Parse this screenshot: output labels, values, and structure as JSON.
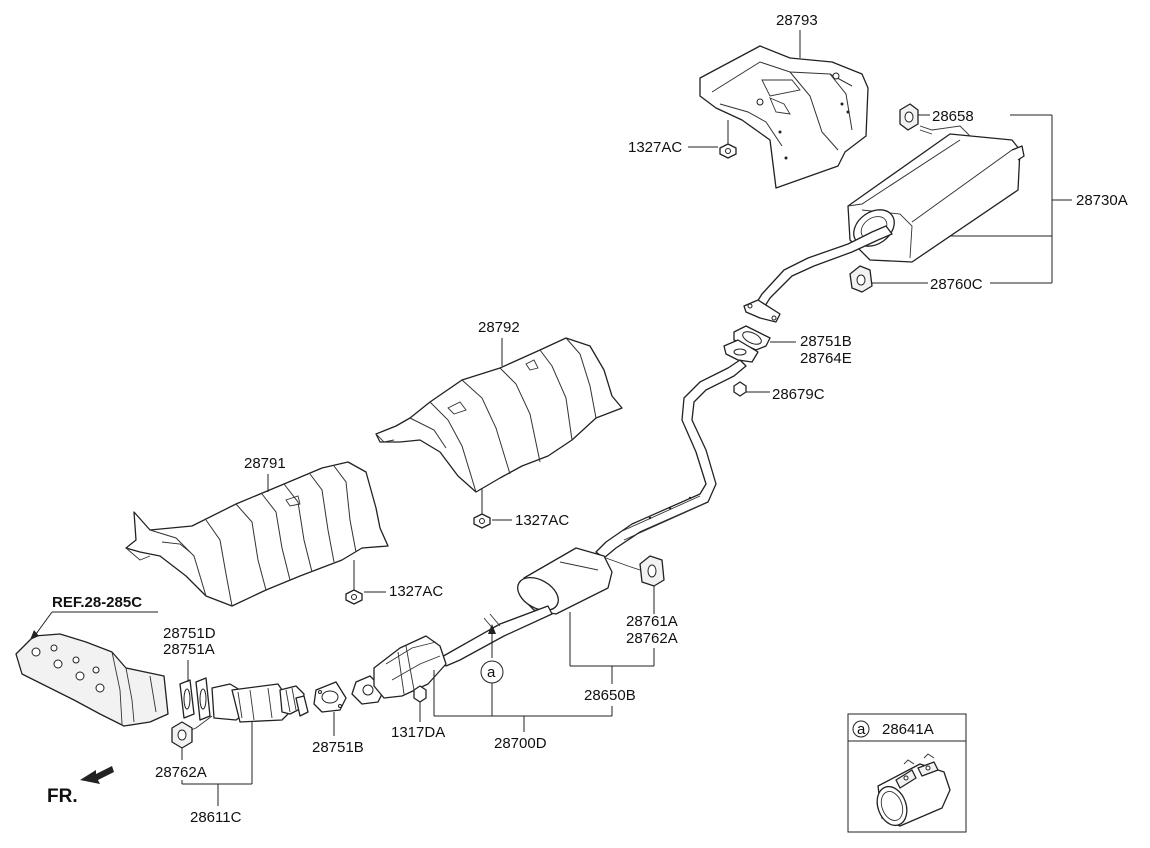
{
  "parts": {
    "p28793": "28793",
    "p1327ac_top": "1327AC",
    "p28658": "28658",
    "p28730a": "28730A",
    "p28760c": "28760C",
    "p28751b_right": "28751B",
    "p28764e": "28764E",
    "p28679c": "28679C",
    "p28792": "28792",
    "p1327ac_mid": "1327AC",
    "p28791": "28791",
    "p1327ac_low": "1327AC",
    "ref": "REF.28-285C",
    "p28751d": "28751D",
    "p28751a": "28751A",
    "p28762a_left": "28762A",
    "p28611c": "28611C",
    "p28751b_left": "28751B",
    "p1317da": "1317DA",
    "p28700d": "28700D",
    "p28650b": "28650B",
    "p28761a": "28761A",
    "p28762a_right": "28762A",
    "circle_a": "a",
    "inset_a": "a",
    "inset_part": "28641A",
    "fr": "FR."
  }
}
